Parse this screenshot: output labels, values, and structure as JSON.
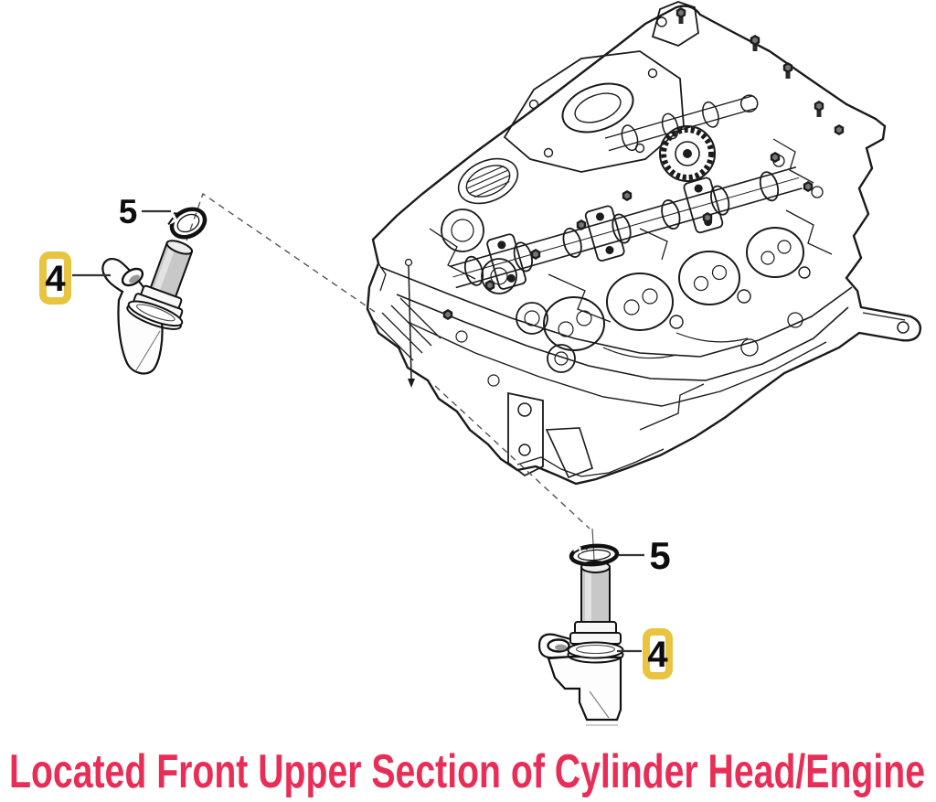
{
  "diagram": {
    "type": "engine-parts-diagram",
    "subject": "cylinder-head-line-art",
    "highlight_color": "#e9c43f",
    "caption": {
      "text": "Located Front Upper Section of Cylinder Head/Engine",
      "color": "#e82d57"
    },
    "callouts": [
      {
        "id": "top-sensor",
        "label": "4",
        "part": "camshaft-position-sensor",
        "highlighted": true
      },
      {
        "id": "top-oring",
        "label": "5",
        "part": "sensor-o-ring",
        "highlighted": false
      },
      {
        "id": "bottom-oring",
        "label": "5",
        "part": "sensor-o-ring",
        "highlighted": false
      },
      {
        "id": "bottom-sensor",
        "label": "4",
        "part": "camshaft-position-sensor",
        "highlighted": true
      }
    ]
  }
}
